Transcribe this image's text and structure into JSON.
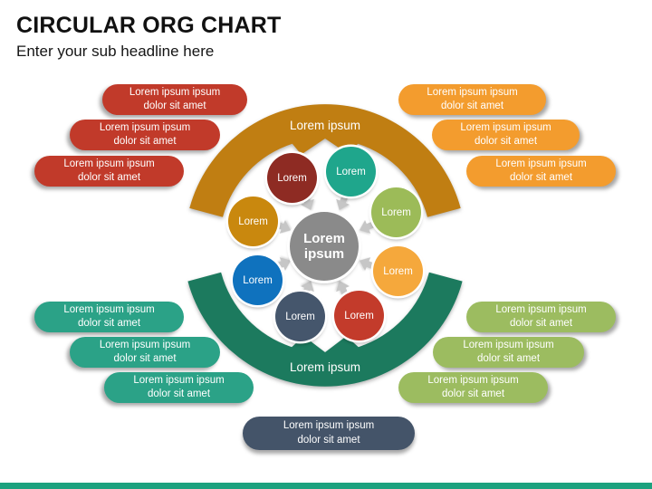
{
  "slide": {
    "title": "CIRCULAR ORG CHART",
    "subtitle": "Enter your sub headline here"
  },
  "palette": {
    "top_arc": "#C07E12",
    "bottom_arc": "#1C7A5E",
    "bottom_bar": "#1CA17E",
    "arrow": "#C6C6C6",
    "center_circle": "#8A8A8A",
    "pill_red": "#C13A2A",
    "pill_orange": "#F39C2E",
    "pill_teal": "#2BA287",
    "pill_green": "#9CBC60",
    "pill_slate": "#445469"
  },
  "diagram": {
    "center_label": "Lorem ipsum",
    "top_arc_label": "Lorem ipsum",
    "bottom_arc_label": "Lorem ipsum",
    "circles": [
      {
        "position": "top-left",
        "label": "Lorem",
        "color": "#8E2B23"
      },
      {
        "position": "top-right",
        "label": "Lorem",
        "color": "#1FA68C"
      },
      {
        "position": "right-upper",
        "label": "Lorem",
        "color": "#9CBB58"
      },
      {
        "position": "left-upper",
        "label": "Lorem",
        "color": "#C9880E"
      },
      {
        "position": "right-lower",
        "label": "Lorem",
        "color": "#F5A83C"
      },
      {
        "position": "left-lower",
        "label": "Lorem",
        "color": "#0F72BE"
      },
      {
        "position": "bottom-left",
        "label": "Lorem",
        "color": "#45566C"
      },
      {
        "position": "bottom-right",
        "label": "Lorem",
        "color": "#C33B2B"
      }
    ],
    "pill_groups": {
      "top_left": {
        "color": "#C13A2A",
        "items": [
          {
            "line1": "Lorem ipsum ipsum",
            "line2": "dolor sit amet"
          },
          {
            "line1": "Lorem ipsum ipsum",
            "line2": "dolor sit amet"
          },
          {
            "line1": "Lorem ipsum ipsum",
            "line2": "dolor sit amet"
          }
        ]
      },
      "top_right": {
        "color": "#F39C2E",
        "items": [
          {
            "line1": "Lorem ipsum ipsum",
            "line2": "dolor sit amet"
          },
          {
            "line1": "Lorem ipsum ipsum",
            "line2": "dolor sit amet"
          },
          {
            "line1": "Lorem ipsum ipsum",
            "line2": "dolor sit amet"
          }
        ]
      },
      "bottom_left": {
        "color": "#2BA287",
        "items": [
          {
            "line1": "Lorem ipsum ipsum",
            "line2": "dolor sit amet"
          },
          {
            "line1": "Lorem ipsum ipsum",
            "line2": "dolor sit amet"
          },
          {
            "line1": "Lorem ipsum ipsum",
            "line2": "dolor sit amet"
          }
        ]
      },
      "bottom_right": {
        "color": "#9CBC60",
        "items": [
          {
            "line1": "Lorem ipsum ipsum",
            "line2": "dolor sit amet"
          },
          {
            "line1": "Lorem ipsum ipsum",
            "line2": "dolor sit amet"
          },
          {
            "line1": "Lorem ipsum ipsum",
            "line2": "dolor sit amet"
          }
        ]
      },
      "bottom_center": {
        "color": "#445469",
        "items": [
          {
            "line1": "Lorem ipsum ipsum",
            "line2": "dolor sit amet"
          }
        ]
      }
    }
  }
}
